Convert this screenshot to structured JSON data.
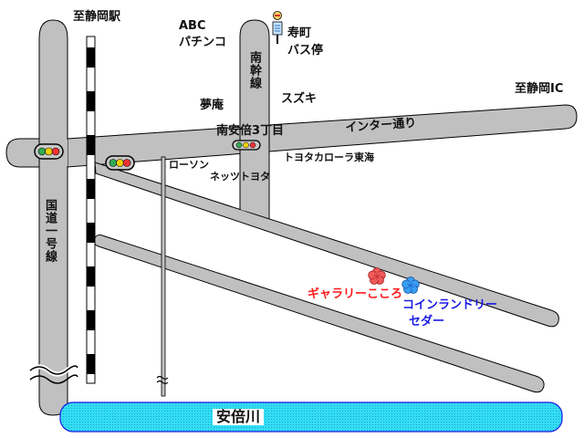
{
  "map": {
    "colors": {
      "road": "#c0c0c0",
      "road_edge": "#000000",
      "river": "#33ddf5",
      "river_edge": "#1a1ae6",
      "gallery_marker": "#f05a5a",
      "laundry_marker": "#3a9ef5",
      "signal_green": "#33aa55",
      "signal_yellow": "#f0d000",
      "signal_red": "#ee3333"
    },
    "directions": {
      "to_shizuoka_station": "至静岡駅",
      "to_shizuoka_ic": "至静岡IC"
    },
    "roads": {
      "route1": "国道一号線",
      "nankan": "南幹線",
      "inter_dori": "インター通り"
    },
    "intersection": "南安倍3丁目",
    "landmarks": {
      "abc_line1": "ABC",
      "abc_line2": "パチンコ",
      "yumean": "夢庵",
      "bus_stop_line1": "寿町",
      "bus_stop_line2": "バス停",
      "suzuki": "スズキ",
      "toyota_corolla": "トヨタカローラ東海",
      "lawson": "ローソン",
      "netz_toyota": "ネッツトヨタ"
    },
    "destinations": {
      "gallery": "ギャラリーこころ",
      "laundry_line1": "コインランドリー",
      "laundry_line2": "セダー"
    },
    "river": "安倍川",
    "icons": {
      "traffic_signal": "traffic-light-icon",
      "bus_stop": "bus-stop-icon",
      "gallery_marker": "flower-marker-icon",
      "laundry_marker": "flower-marker-icon",
      "road_break": "wavy-break-icon",
      "railway": "railway-track-icon"
    }
  }
}
